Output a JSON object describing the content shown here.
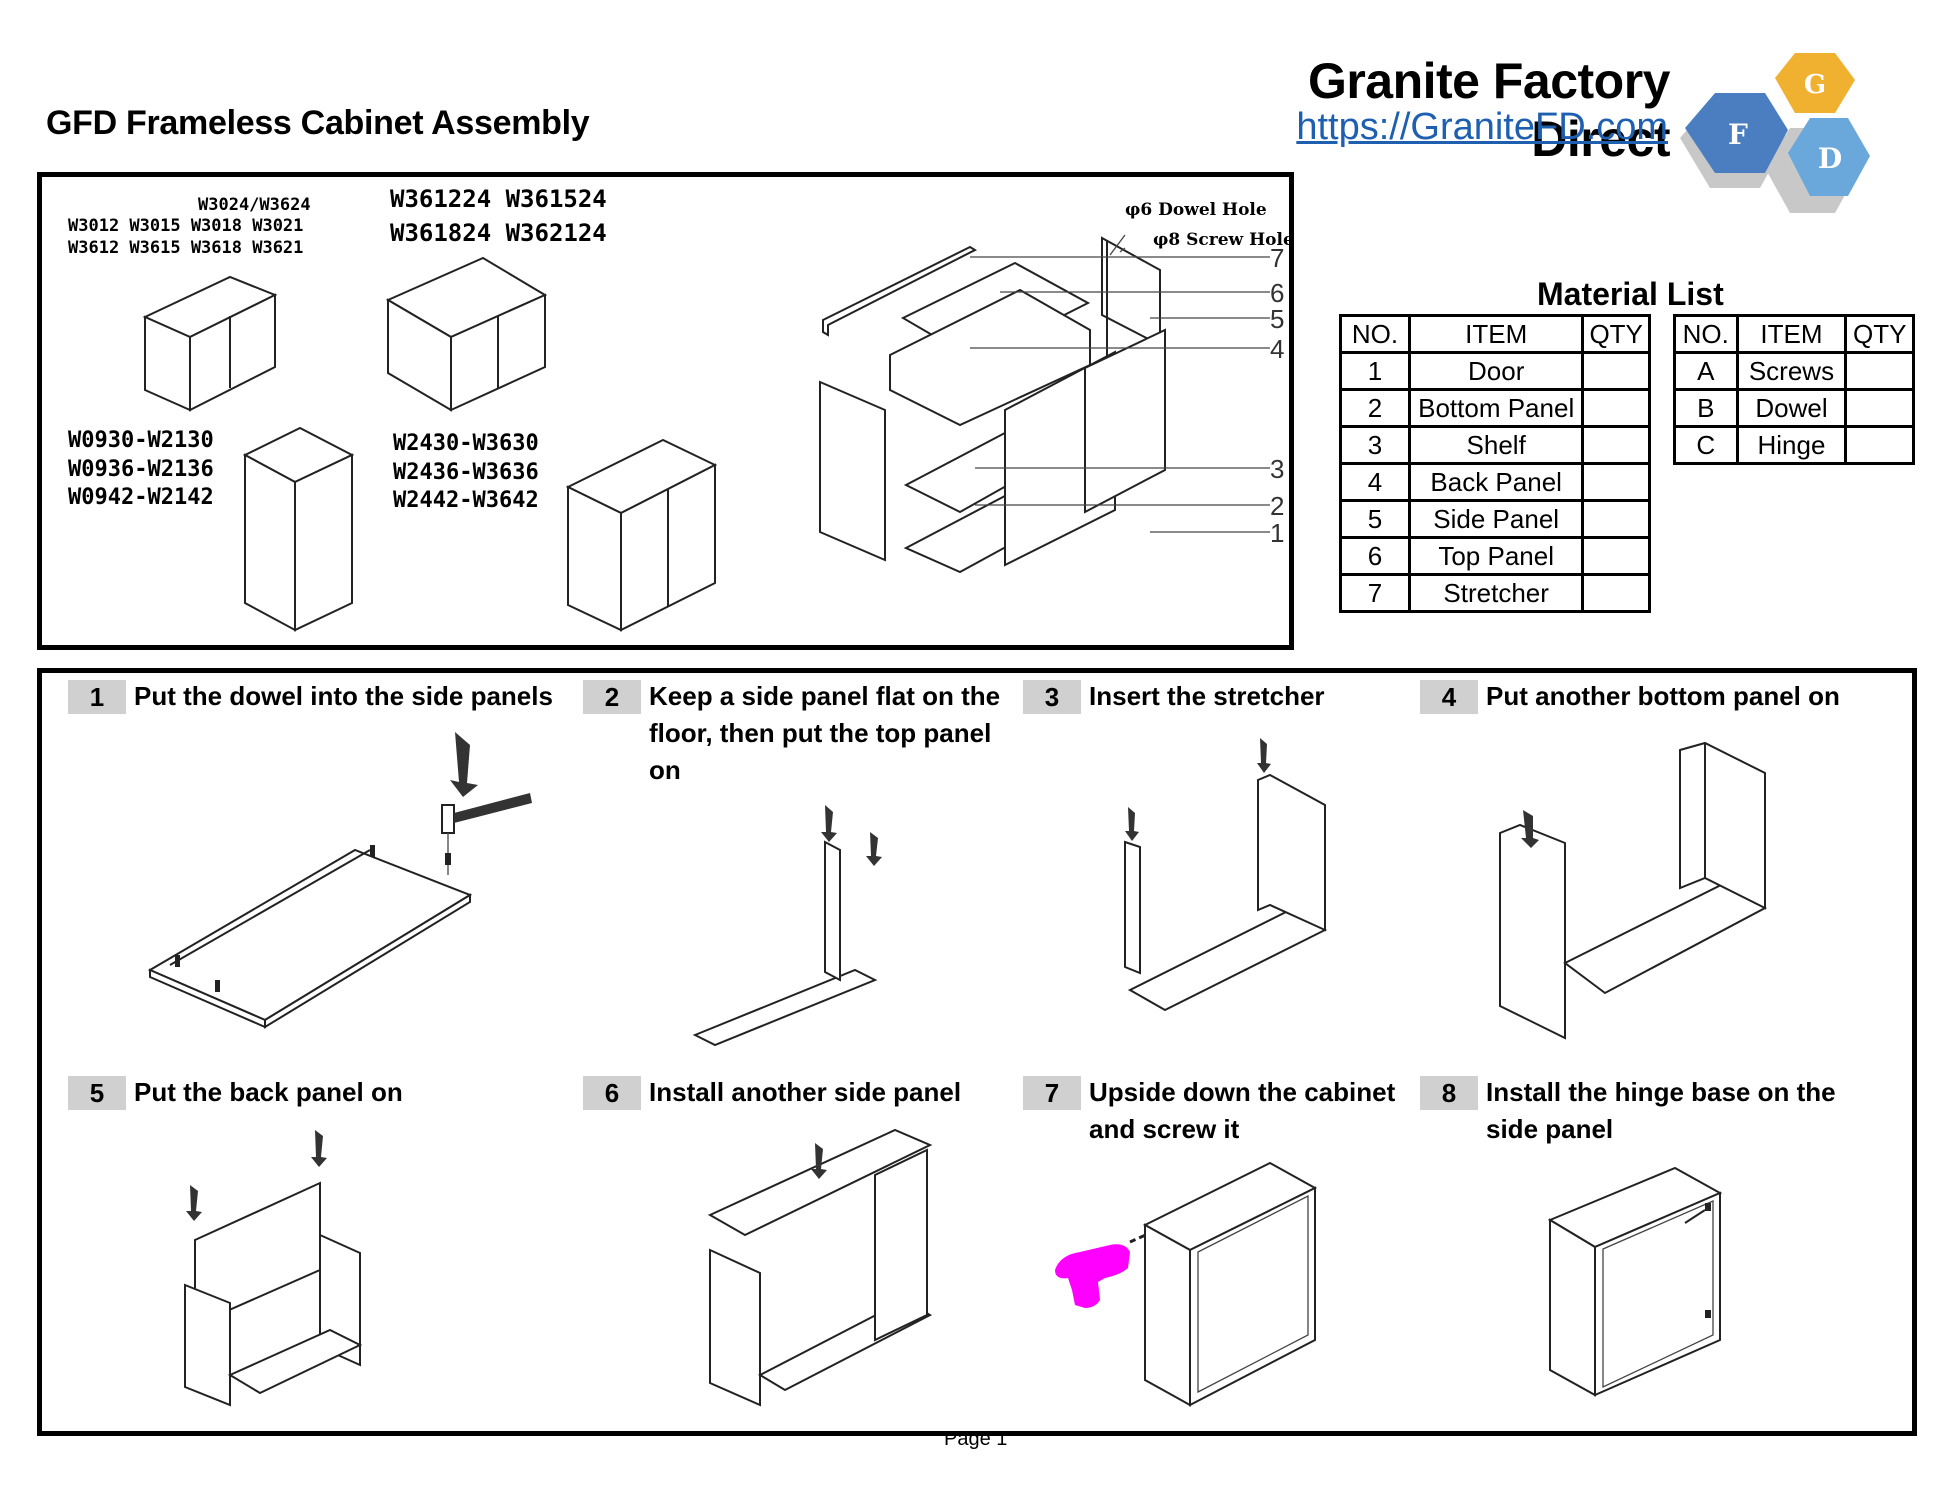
{
  "header": {
    "title": "GFD Frameless Cabinet Assembly",
    "brand_name": "Granite Factory Direct",
    "brand_url": "https://GraniteFD.com",
    "logo_letters": [
      "G",
      "F",
      "D"
    ],
    "logo_colors": {
      "G": "#f0b030",
      "F": "#4a7ec0",
      "D": "#6aa8dc"
    }
  },
  "models": {
    "group1_line1": "W3024/W3624",
    "group1_line2": "W3012 W3015 W3018 W3021",
    "group1_line3": "W3612 W3615 W3618 W3621",
    "group2_line1": "W361224 W361524",
    "group2_line2": "W361824 W362124",
    "group3_line1": "W0930-W2130",
    "group3_line2": "W0936-W2136",
    "group3_line3": "W0942-W2142",
    "group4_line1": "W2430-W3630",
    "group4_line2": "W2436-W3636",
    "group4_line3": "W2442-W3642"
  },
  "exploded": {
    "dowel_hole": "φ6 Dowel Hole",
    "screw_hole": "φ8 Screw Hole",
    "labels": [
      "7",
      "6",
      "5",
      "4",
      "3",
      "2",
      "1"
    ]
  },
  "material_list": {
    "title": "Material List",
    "headers": [
      "NO.",
      "ITEM",
      "QTY"
    ],
    "panels": [
      {
        "no": "1",
        "item": "Door",
        "qty": ""
      },
      {
        "no": "2",
        "item": "Bottom Panel",
        "qty": ""
      },
      {
        "no": "3",
        "item": "Shelf",
        "qty": ""
      },
      {
        "no": "4",
        "item": "Back Panel",
        "qty": ""
      },
      {
        "no": "5",
        "item": "Side Panel",
        "qty": ""
      },
      {
        "no": "6",
        "item": "Top Panel",
        "qty": ""
      },
      {
        "no": "7",
        "item": "Stretcher",
        "qty": ""
      }
    ],
    "hardware": [
      {
        "no": "A",
        "item": "Screws",
        "qty": ""
      },
      {
        "no": "B",
        "item": "Dowel",
        "qty": ""
      },
      {
        "no": "C",
        "item": "Hinge",
        "qty": ""
      }
    ]
  },
  "steps": [
    {
      "num": "1",
      "text": "Put the dowel into the side panels"
    },
    {
      "num": "2",
      "text": "Keep a side panel flat on the floor, then put the top panel on"
    },
    {
      "num": "3",
      "text": "Insert the stretcher"
    },
    {
      "num": "4",
      "text": "Put another bottom panel on"
    },
    {
      "num": "5",
      "text": "Put the back panel on"
    },
    {
      "num": "6",
      "text": "Install another side panel"
    },
    {
      "num": "7",
      "text": "Upside down the cabinet and screw it"
    },
    {
      "num": "8",
      "text": "Install the hinge base on the side panel"
    }
  ],
  "drill_color": "#ff00ff",
  "footer": {
    "page": "Page 1"
  }
}
